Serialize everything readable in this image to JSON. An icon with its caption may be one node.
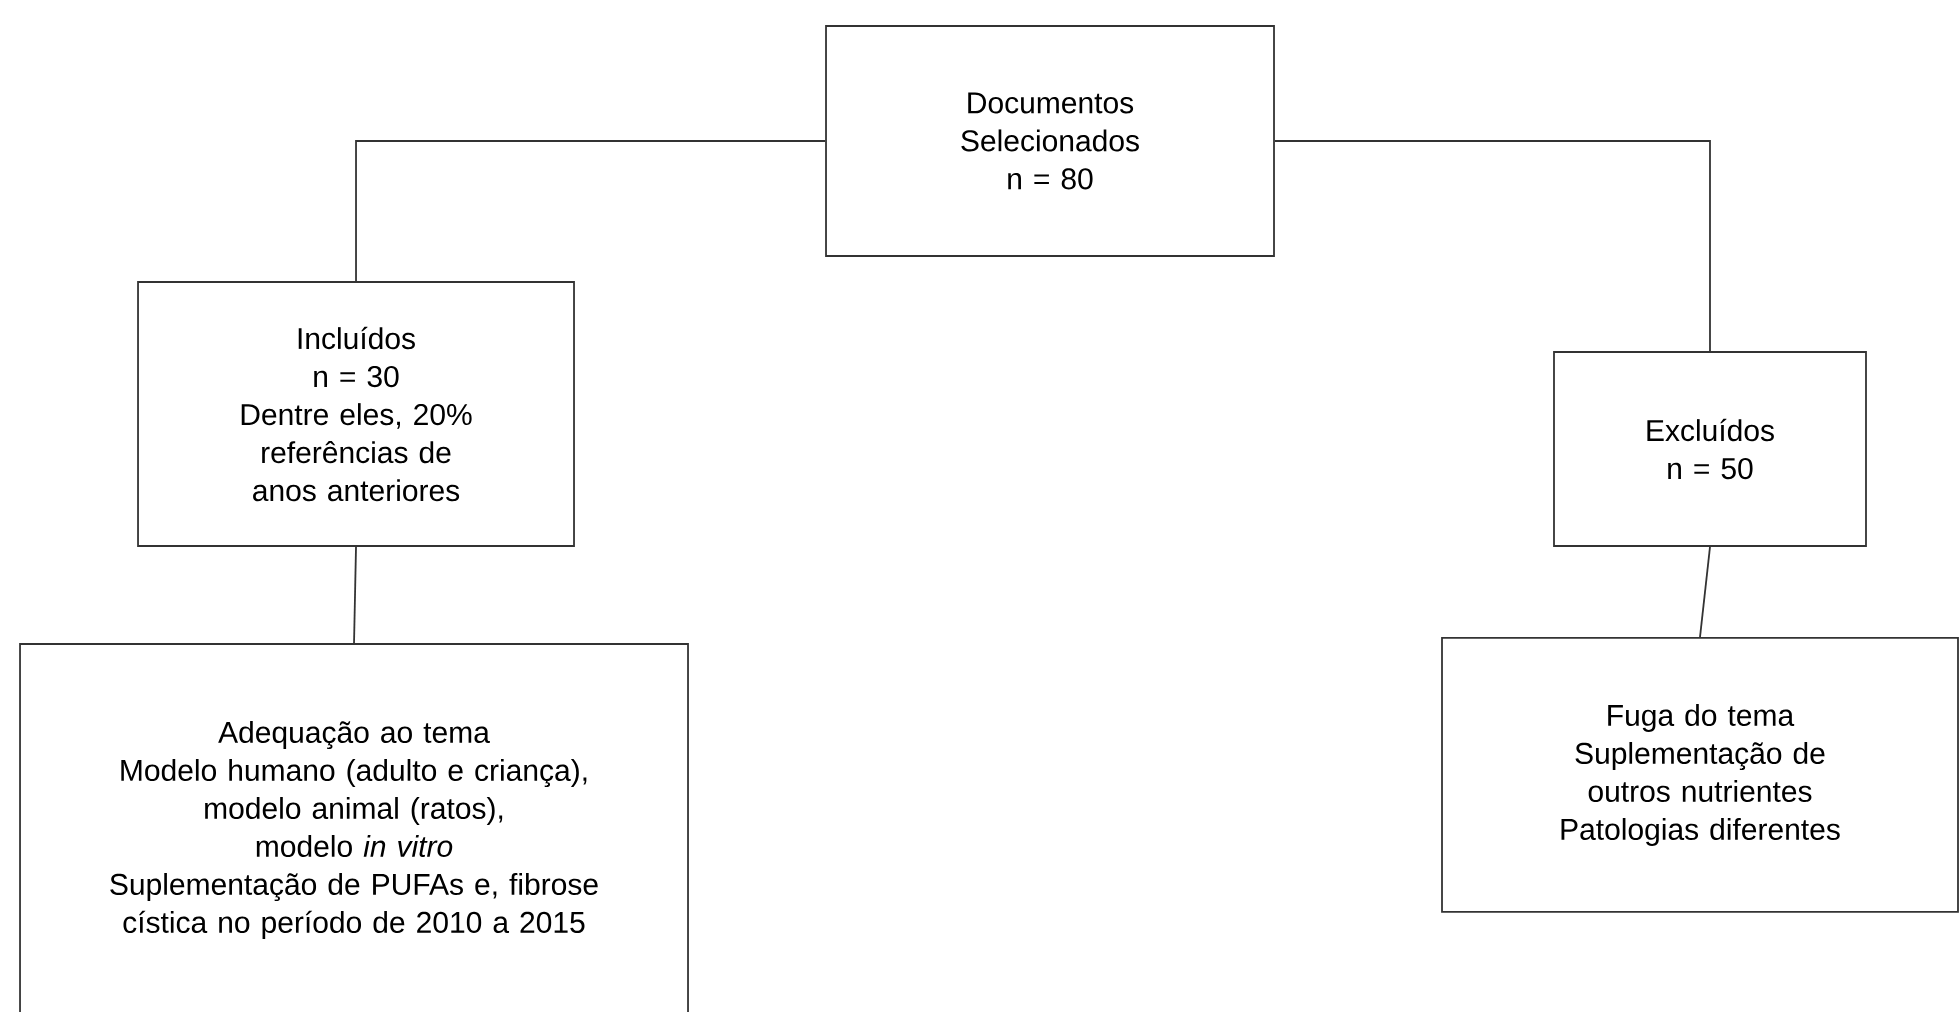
{
  "diagram": {
    "nodes": [
      {
        "text": [
          "Documentos Selecionados",
          "n = 80"
        ]
      },
      {
        "text": [
          "Incluídos",
          "n = 30",
          "Dentre eles, 20% referências de anos anteriores"
        ]
      },
      {
        "text": [
          "Adequação ao tema",
          "Modelo humano (adulto e criança),",
          "modelo animal (ratos),",
          "modelo *in vitro*",
          "Suplementação de PUFAs e, fibrose cística no período de 2010 a 2015"
        ]
      },
      {
        "text": [
          "Excluídos",
          "n = 50"
        ]
      },
      {
        "text": [
          "Fuga do tema",
          "Suplementação de outros nutrientes",
          "Patologias diferentes"
        ]
      }
    ],
    "edges": [
      {
        "from": 0,
        "to": 1,
        "arrow": "none"
      },
      {
        "from": 1,
        "to": 2,
        "arrow": "none"
      },
      {
        "from": 0,
        "to": 3,
        "arrow": "none"
      },
      {
        "from": 3,
        "to": 4,
        "arrow": "none"
      }
    ]
  }
}
